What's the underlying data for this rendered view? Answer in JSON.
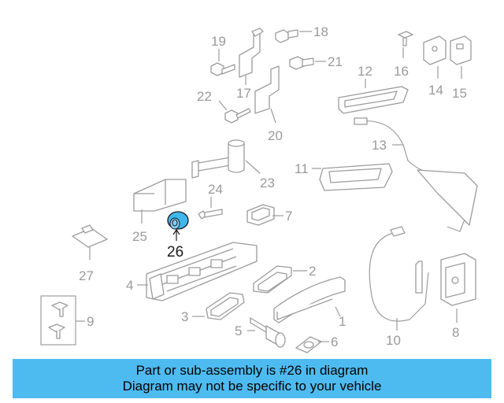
{
  "labels": {
    "p1": "1",
    "p2": "2",
    "p3": "3",
    "p4": "4",
    "p5": "5",
    "p6": "6",
    "p7": "7",
    "p8": "8",
    "p9": "9",
    "p10": "10",
    "p11": "11",
    "p12": "12",
    "p13": "13",
    "p14": "14",
    "p15": "15",
    "p16": "16",
    "p17": "17",
    "p18": "18",
    "p19": "19",
    "p20": "20",
    "p21": "21",
    "p22": "22",
    "p23": "23",
    "p24": "24",
    "p25": "25",
    "p26": "26",
    "p27": "27"
  },
  "banner": {
    "line1": "Part or sub-assembly is #26 in diagram",
    "line2": "Diagram may not be specific to your vehicle"
  },
  "colors": {
    "highlight": "#3fb6ee",
    "banner": "#4ebbf0",
    "part_stroke": "#9c9c9c"
  }
}
